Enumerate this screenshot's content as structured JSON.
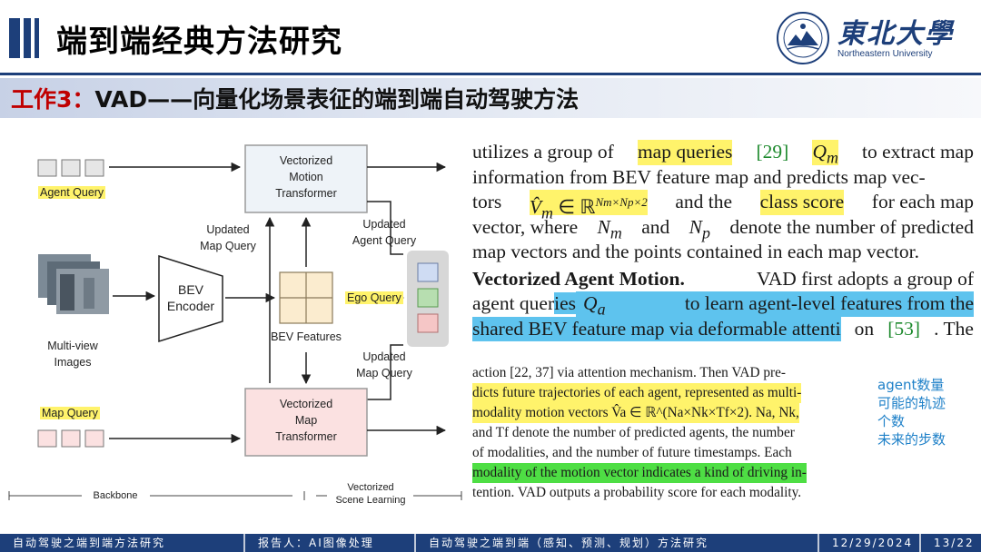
{
  "header": {
    "title": "端到端经典方法研究",
    "logo": {
      "chinese_name": "東北大學",
      "english_name": "Northeastern University"
    }
  },
  "subtitle": {
    "prefix": "工作3：",
    "text": "VAD——向量化场景表征的端到端自动驾驶方法"
  },
  "figure": {
    "labels": {
      "agent_query": "Agent Query",
      "motion_transformer": [
        "Vectorized",
        "Motion",
        "Transformer"
      ],
      "updated_map_query_top": [
        "Updated",
        "Map Query"
      ],
      "updated_agent_query": [
        "Updated",
        "Agent Query"
      ],
      "bev_encoder": [
        "BEV",
        "Encoder"
      ],
      "multi_view_images": [
        "Multi-view",
        "Images"
      ],
      "bev_features": "BEV Features",
      "ego_query": "Ego Query",
      "updated_map_query_bottom": [
        "Updated",
        "Map Query"
      ],
      "map_query": "Map Query",
      "map_transformer": [
        "Vectorized",
        "Map",
        "Transformer"
      ],
      "backbone": "Backbone",
      "scene_learning": [
        "Vectorized",
        "Scene Learning"
      ]
    },
    "colors": {
      "motion_box": "#eef3f8",
      "map_box": "#fbe1e1",
      "ego_panel": "#d7d7d7",
      "ego_query_1": "#cfdcf3",
      "ego_query_2": "#b7deb0",
      "ego_query_3": "#f5c6c6"
    }
  },
  "paper": {
    "lines": [
      [
        "utilizes a group of",
        "map queries",
        "[29]",
        "Q",
        "m",
        "to extract map"
      ],
      [
        "information from BEV feature map and predicts map vec-"
      ],
      [
        "tors",
        "V̂",
        "m",
        "∈ ℝ",
        "Nm×Np×2",
        "and the",
        "class score",
        "for each map"
      ],
      [
        "vector, where",
        "N",
        "m",
        "and",
        "N",
        "p",
        "denote the number of predicted"
      ],
      [
        "map vectors and the points contained in each map vector."
      ],
      [
        "Vectorized Agent Motion.",
        "VAD first adopts a group of"
      ],
      [
        "agent quer",
        "ies",
        "Q",
        "a",
        "to learn agent-level features from the"
      ],
      [
        "shared BEV feature map via deformable attenti",
        "on",
        "[53]",
        ". The"
      ]
    ],
    "small_lines": [
      "action [22, 37] via attention mechanism. Then VAD pre-",
      "dicts future trajectories of each agent, represented as multi-",
      "modality motion vectors V̂a ∈ ℝ^(Na×Nk×Tf×2). Na, Nk,",
      "and Tf denote the number of predicted agents, the number",
      "of modalities, and the number of future timestamps. Each",
      "modality of the motion vector indicates a kind of driving in-",
      "tention. VAD outputs a probability score for each modality."
    ]
  },
  "annotation": {
    "lines": [
      "agent数量",
      "可能的轨迹",
      "个数",
      "未来的步数"
    ]
  },
  "footer": {
    "cells": [
      "自动驾驶之端到端方法研究",
      "报告人：AI图像处理",
      "自动驾驶之端到端（感知、预测、规划）方法研究",
      "12/29/2024",
      "13/22"
    ]
  }
}
